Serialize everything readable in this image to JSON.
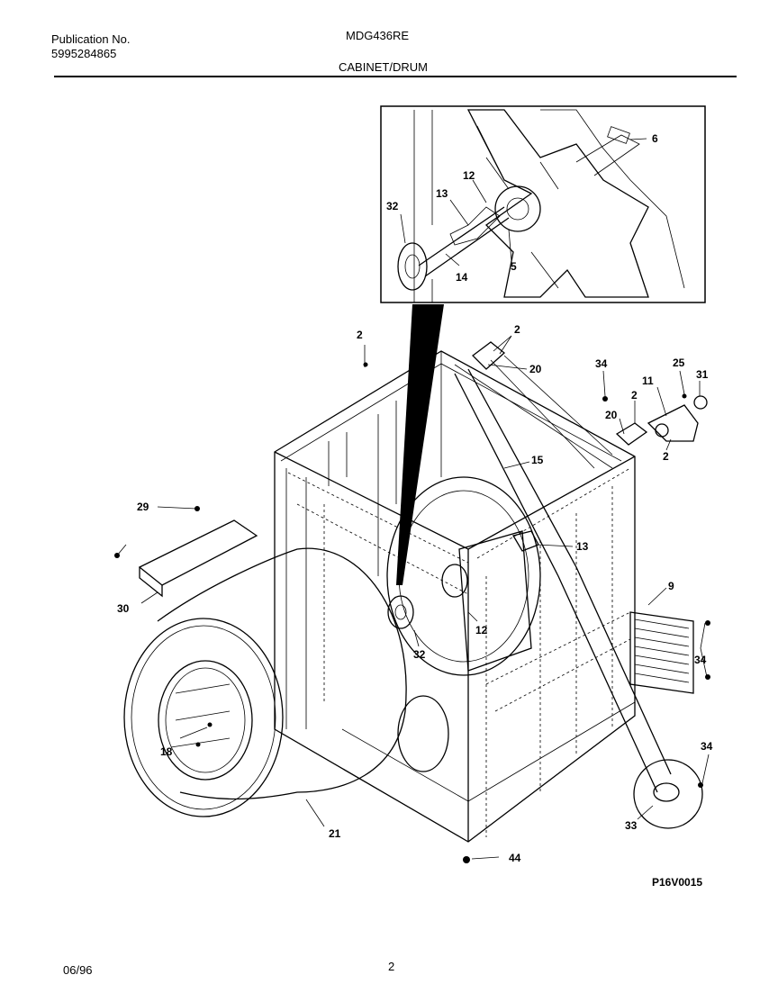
{
  "header": {
    "publication_label": "Publication No.",
    "publication_number": "5995284865",
    "model": "MDG436RE",
    "section_title": "CABINET/DRUM"
  },
  "diagram": {
    "code": "P16V0015",
    "callouts": {
      "inset_6": "6",
      "inset_12": "12",
      "inset_13": "13",
      "inset_32": "32",
      "inset_14": "14",
      "inset_5": "5",
      "c2_top_left": "2",
      "c2_top": "2",
      "c20_top": "20",
      "c34_top": "34",
      "c25": "25",
      "c11": "11",
      "c31": "31",
      "c2_right": "2",
      "c20_right": "20",
      "c2_bracket": "2",
      "c15": "15",
      "c29": "29",
      "c30": "30",
      "c13": "13",
      "c9": "9",
      "c12": "12",
      "c32": "32",
      "c34_right": "34",
      "c18": "18",
      "c21": "21",
      "c34_bottom": "34",
      "c33": "33",
      "c44": "44"
    }
  },
  "footer": {
    "date": "06/96",
    "page": "2"
  }
}
